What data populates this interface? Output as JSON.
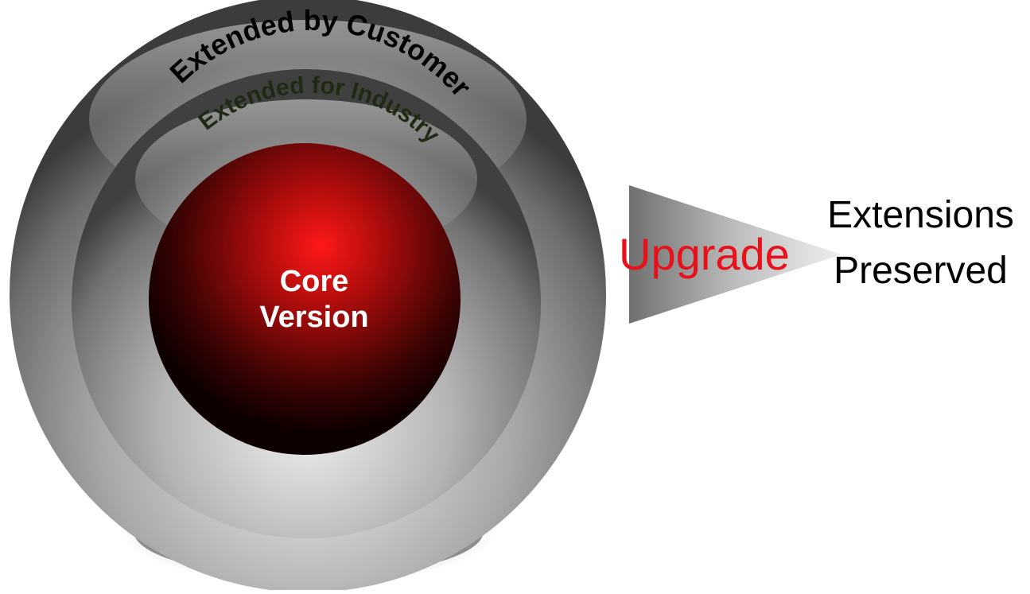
{
  "diagram": {
    "rings": {
      "outer_label": "Extended by Customer",
      "middle_label": "Extended for Industry"
    },
    "core": {
      "line1": "Core",
      "line2": "Version"
    },
    "arrow": {
      "label": "Upgrade"
    },
    "result": {
      "line1": "Extensions",
      "line2": "Preserved"
    }
  },
  "colors": {
    "core": "#e8101a",
    "upgrade_text": "#e8101a",
    "middle_label_text": "#1f2a14",
    "outer_label_text": "#000000",
    "ring_gray": "#8a8a8a"
  }
}
